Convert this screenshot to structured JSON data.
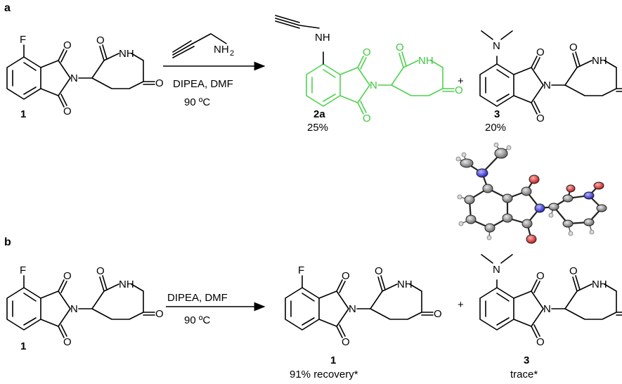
{
  "panels": {
    "a": "a",
    "b": "b"
  },
  "atoms": {
    "F": "F",
    "O": "O",
    "NH": "NH",
    "N": "N",
    "NH2": "NH",
    "NH2_sub": "2"
  },
  "scheme_a": {
    "conditions": "DIPEA, DMF",
    "temperature": "90 ºC",
    "product_2a_label": "2a",
    "product_2a_yield": "25%",
    "plus": "+",
    "product_3_label": "3",
    "product_3_yield": "20%",
    "sm_label": "1",
    "highlight_color": "#3ec83e"
  },
  "scheme_b": {
    "conditions": "DIPEA, DMF",
    "temperature": "90 ºC",
    "sm_label": "1",
    "product_1_label": "1",
    "product_1_yield": "91% recovery*",
    "plus": "+",
    "product_3_label": "3",
    "product_3_yield": "trace*"
  }
}
